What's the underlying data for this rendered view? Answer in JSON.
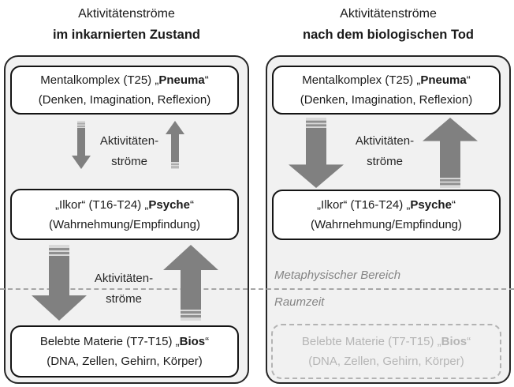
{
  "left": {
    "title_line1": "Aktivitätenströme",
    "title_line2": "im inkarnierten Zustand",
    "pneuma": {
      "pre": "Mentalkomplex (T25) „",
      "bold": "Pneuma",
      "post": "“",
      "sub": "(Denken, Imagination, Reflexion)"
    },
    "flow_top": {
      "line1": "Aktivitäten-",
      "line2": "ströme"
    },
    "psyche": {
      "pre": "„Ilkor“ (T16-T24) „",
      "bold": "Psyche",
      "post": "“",
      "sub": "(Wahrnehmung/Empfindung)"
    },
    "flow_bottom": {
      "line1": "Aktivitäten-",
      "line2": "ströme"
    },
    "bios": {
      "pre": "Belebte Materie (T7-T15) „",
      "bold": "Bios",
      "post": "“",
      "sub": "(DNA, Zellen, Gehirn, Körper)"
    }
  },
  "right": {
    "title_line1": "Aktivitätenströme",
    "title_line2": "nach dem biologischen Tod",
    "pneuma": {
      "pre": "Mentalkomplex (T25) „",
      "bold": "Pneuma",
      "post": "“",
      "sub": "(Denken, Imagination, Reflexion)"
    },
    "flow_top": {
      "line1": "Aktivitäten-",
      "line2": "ströme"
    },
    "psyche": {
      "pre": "„Ilkor“ (T16-T24) „",
      "bold": "Psyche",
      "post": "“",
      "sub": "(Wahrnehmung/Empfindung)"
    },
    "region_label_above": "Metaphysischer Bereich",
    "region_label_below": "Raumzeit",
    "bios_faded": {
      "pre": "Belebte Materie (T7-T15) „",
      "bold": "Bios",
      "post": "“",
      "sub": "(DNA, Zellen, Gehirn, Körper)"
    }
  },
  "colors": {
    "arrow": "#808080",
    "arrow_tail_stripe_bg": "#d9d9d9",
    "arrow_tail_stripe": "#8f8f8f",
    "panel_fill": "#f1f1f1",
    "panel_border": "#262626",
    "box_border": "#141414",
    "divider": "#a6a6a6",
    "faded_gray": "#b5b5b5",
    "region_label_gray": "#848484"
  }
}
